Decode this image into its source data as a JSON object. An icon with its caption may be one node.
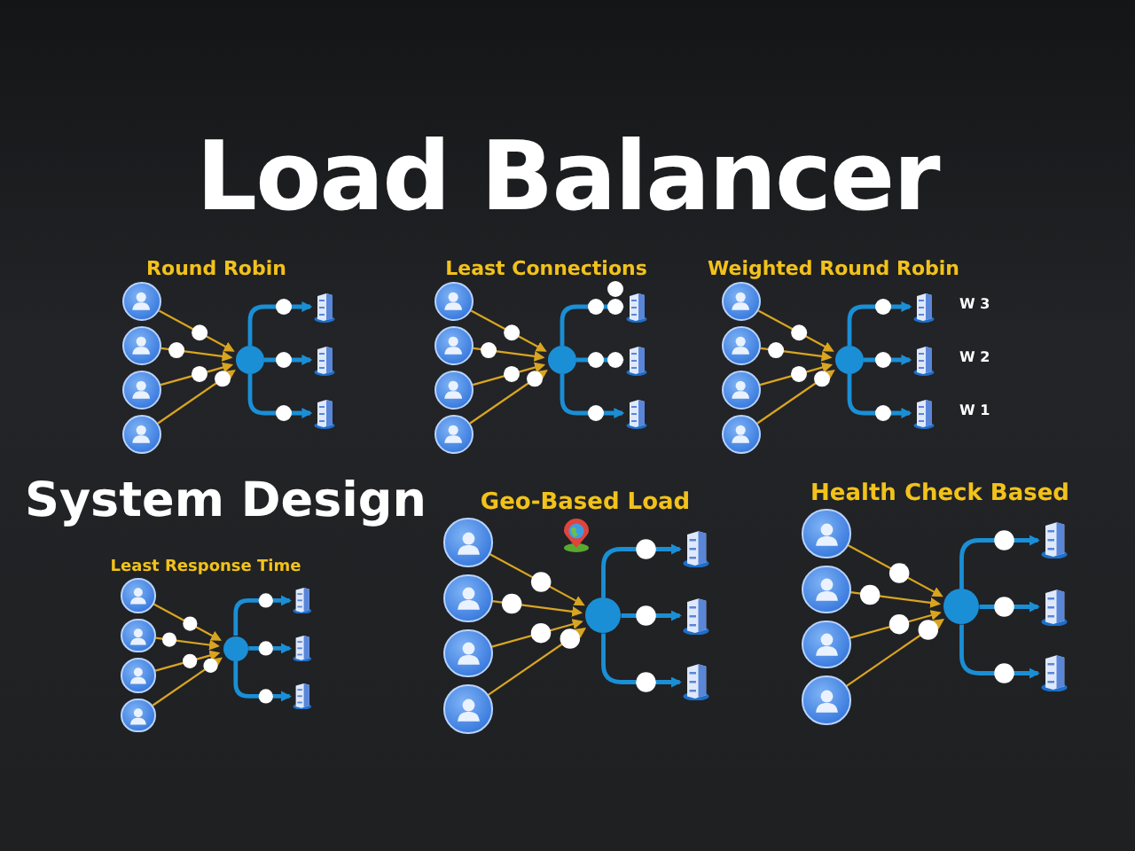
{
  "diagram": {
    "title": "Load Balancer",
    "nodes": [
      {
        "text": [],
        "shape": "person"
      },
      {
        "text": [],
        "shape": "person"
      },
      {
        "text": [],
        "shape": "person"
      },
      {
        "text": [],
        "shape": "person"
      },
      {
        "text": [],
        "shape": "circle"
      },
      {
        "text": [],
        "shape": "picture"
      },
      {
        "text": [],
        "shape": "picture"
      },
      {
        "text": [],
        "shape": "picture"
      },
      {
        "text": [],
        "shape": "person"
      },
      {
        "text": [],
        "shape": "person"
      },
      {
        "text": [],
        "shape": "person"
      },
      {
        "text": [],
        "shape": "person"
      },
      {
        "text": [],
        "shape": "circle"
      },
      {
        "text": [],
        "shape": "picture"
      },
      {
        "text": [],
        "shape": "picture"
      },
      {
        "text": [],
        "shape": "picture"
      },
      {
        "text": [],
        "shape": "person"
      },
      {
        "text": [],
        "shape": "person"
      },
      {
        "text": [],
        "shape": "person"
      },
      {
        "text": [],
        "shape": "person"
      },
      {
        "text": [],
        "shape": "circle"
      },
      {
        "text": [],
        "shape": "picture",
        "beside": [
          "W 3"
        ]
      },
      {
        "text": [],
        "shape": "picture",
        "beside": [
          "W 2"
        ]
      },
      {
        "text": [],
        "shape": "picture",
        "beside": [
          "W 1"
        ]
      },
      {
        "text": [],
        "shape": "person"
      },
      {
        "text": [],
        "shape": "person"
      },
      {
        "text": [],
        "shape": "person"
      },
      {
        "text": [],
        "shape": "person"
      },
      {
        "text": [],
        "shape": "circle"
      },
      {
        "text": [],
        "shape": "picture"
      },
      {
        "text": [],
        "shape": "picture"
      },
      {
        "text": [],
        "shape": "picture"
      },
      {
        "text": [],
        "shape": "person"
      },
      {
        "text": [],
        "shape": "person"
      },
      {
        "text": [],
        "shape": "person"
      },
      {
        "text": [],
        "shape": "person"
      },
      {
        "text": [],
        "shape": "circle"
      },
      {
        "text": [],
        "shape": "picture"
      },
      {
        "text": [],
        "shape": "picture"
      },
      {
        "text": [],
        "shape": "picture"
      },
      {
        "text": [],
        "shape": "person"
      },
      {
        "text": [],
        "shape": "person"
      },
      {
        "text": [],
        "shape": "person"
      },
      {
        "text": [],
        "shape": "person"
      },
      {
        "text": [],
        "shape": "circle"
      },
      {
        "text": [],
        "shape": "picture"
      },
      {
        "text": [],
        "shape": "picture"
      },
      {
        "text": [],
        "shape": "picture"
      }
    ],
    "edges": [
      {
        "from": 0,
        "to": 4,
        "arrow": "to"
      },
      {
        "from": 1,
        "to": 4,
        "arrow": "to"
      },
      {
        "from": 2,
        "to": 4,
        "arrow": "to"
      },
      {
        "from": 3,
        "to": 4,
        "arrow": "to"
      },
      {
        "from": 4,
        "to": 5,
        "arrow": "to",
        "color": "#1a8fd6"
      },
      {
        "from": 4,
        "to": 6,
        "arrow": "to",
        "color": "#1a8fd6"
      },
      {
        "from": 4,
        "to": 7,
        "arrow": "to",
        "color": "#1a8fd6"
      },
      {
        "from": 8,
        "to": 12,
        "arrow": "to"
      },
      {
        "from": 9,
        "to": 12,
        "arrow": "to"
      },
      {
        "from": 10,
        "to": 12,
        "arrow": "to"
      },
      {
        "from": 11,
        "to": 12,
        "arrow": "to"
      },
      {
        "from": 12,
        "to": 13,
        "arrow": "to",
        "color": "#1a8fd6"
      },
      {
        "from": 12,
        "to": 14,
        "arrow": "to",
        "color": "#1a8fd6"
      },
      {
        "from": 12,
        "to": 15,
        "arrow": "to",
        "color": "#1a8fd6"
      },
      {
        "from": 16,
        "to": 20,
        "arrow": "to"
      },
      {
        "from": 17,
        "to": 20,
        "arrow": "to"
      },
      {
        "from": 18,
        "to": 20,
        "arrow": "to"
      },
      {
        "from": 19,
        "to": 20,
        "arrow": "to"
      },
      {
        "from": 20,
        "to": 21,
        "arrow": "to",
        "color": "#1a8fd6"
      },
      {
        "from": 20,
        "to": 22,
        "arrow": "to",
        "color": "#1a8fd6"
      },
      {
        "from": 20,
        "to": 23,
        "arrow": "to",
        "color": "#1a8fd6"
      },
      {
        "from": 24,
        "to": 28,
        "arrow": "to"
      },
      {
        "from": 25,
        "to": 28,
        "arrow": "to"
      },
      {
        "from": 26,
        "to": 28,
        "arrow": "to"
      },
      {
        "from": 27,
        "to": 28,
        "arrow": "to"
      },
      {
        "from": 28,
        "to": 29,
        "arrow": "to",
        "color": "#1a8fd6"
      },
      {
        "from": 28,
        "to": 30,
        "arrow": "to",
        "color": "#1a8fd6"
      },
      {
        "from": 28,
        "to": 31,
        "arrow": "to",
        "color": "#1a8fd6"
      },
      {
        "from": 32,
        "to": 36,
        "arrow": "to"
      },
      {
        "from": 33,
        "to": 36,
        "arrow": "to"
      },
      {
        "from": 34,
        "to": 36,
        "arrow": "to"
      },
      {
        "from": 35,
        "to": 36,
        "arrow": "to"
      },
      {
        "from": 36,
        "to": 37,
        "arrow": "to",
        "color": "#1a8fd6"
      },
      {
        "from": 36,
        "to": 38,
        "arrow": "to",
        "color": "#1a8fd6"
      },
      {
        "from": 36,
        "to": 39,
        "arrow": "to",
        "color": "#1a8fd6"
      },
      {
        "from": 40,
        "to": 44,
        "arrow": "to"
      },
      {
        "from": 41,
        "to": 44,
        "arrow": "to"
      },
      {
        "from": 42,
        "to": 44,
        "arrow": "to"
      },
      {
        "from": 43,
        "to": 44,
        "arrow": "to"
      },
      {
        "from": 44,
        "to": 45,
        "arrow": "to",
        "color": "#1a8fd6"
      },
      {
        "from": 44,
        "to": 46,
        "arrow": "to",
        "color": "#1a8fd6"
      },
      {
        "from": 44,
        "to": 47,
        "arrow": "to",
        "color": "#1a8fd6"
      }
    ],
    "labels": [
      "Round Robin",
      "Least Connections",
      "Weighted Round Robin",
      "System Design",
      "Geo-Based Load",
      "Health Check Based",
      "Least Response Time"
    ]
  }
}
